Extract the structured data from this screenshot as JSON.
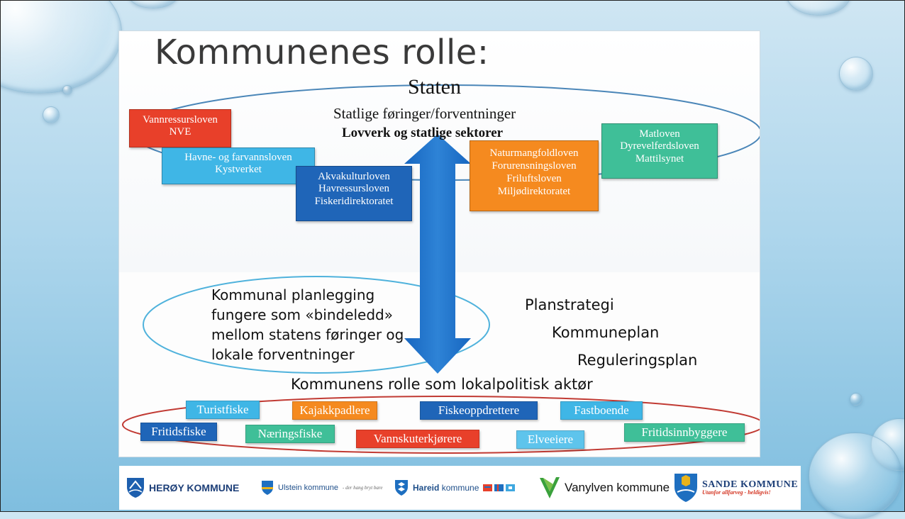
{
  "slide": {
    "title": "Kommunenes rolle:",
    "state": {
      "heading": "Staten",
      "line1": "Statlige føringer/forventninger",
      "line2": "Lovverk og statlige sektorer"
    },
    "boxes": [
      {
        "lines": [
          "Vannressursloven",
          "NVE"
        ],
        "color": "#e8402a"
      },
      {
        "lines": [
          "Havne- og farvannsloven",
          "Kystverket"
        ],
        "color": "#3fb6e6"
      },
      {
        "lines": [
          "Akvakulturloven",
          "Havressursloven",
          "Fiskeridirektoratet"
        ],
        "color": "#1f65b8"
      },
      {
        "lines": [
          "Naturmangfoldloven",
          "Forurensningsloven",
          "Friluftsloven",
          "Miljødirektoratet"
        ],
        "color": "#f58a1f"
      },
      {
        "lines": [
          "Matloven",
          "Dyrevelferdsloven",
          "Mattilsynet"
        ],
        "color": "#3fbf98"
      }
    ],
    "planning_text": [
      "Kommunal planlegging",
      "fungere som «bindeledd»",
      "mellom statens føringer og",
      "lokale forventninger"
    ],
    "plan_levels": [
      "Planstrategi",
      "Kommuneplan",
      "Reguleringsplan"
    ],
    "local_role": "Kommunens rolle som lokalpolitisk aktør",
    "stakeholders": [
      {
        "label": "Turistfiske",
        "color": "#3fb6e6"
      },
      {
        "label": "Kajakkpadlere",
        "color": "#f58a1f"
      },
      {
        "label": "Fiskeoppdrettere",
        "color": "#1f65b8"
      },
      {
        "label": "Fastboende",
        "color": "#3fb6e6"
      },
      {
        "label": "Fritidsfiske",
        "color": "#1f65b8"
      },
      {
        "label": "Næringsfiske",
        "color": "#3fbf98"
      },
      {
        "label": "Vannskuterkjørere",
        "color": "#e8402a"
      },
      {
        "label": "Elveeiere",
        "color": "#5ec4ec"
      },
      {
        "label": "Fritidsinnbyggere",
        "color": "#3fbf98"
      }
    ]
  },
  "logos": {
    "heroy": "HERØY KOMMUNE",
    "ulstein": "Ulstein kommune",
    "ulstein_tagline": "- der hang bryt bare",
    "hareid_bold": "Hareid",
    "hareid_rest": " kommune",
    "vanylven": "Vanylven kommune",
    "sande": "SANDE KOMMUNE",
    "sande_tagline": "Utanfor allfarveg - heldigvis!"
  }
}
